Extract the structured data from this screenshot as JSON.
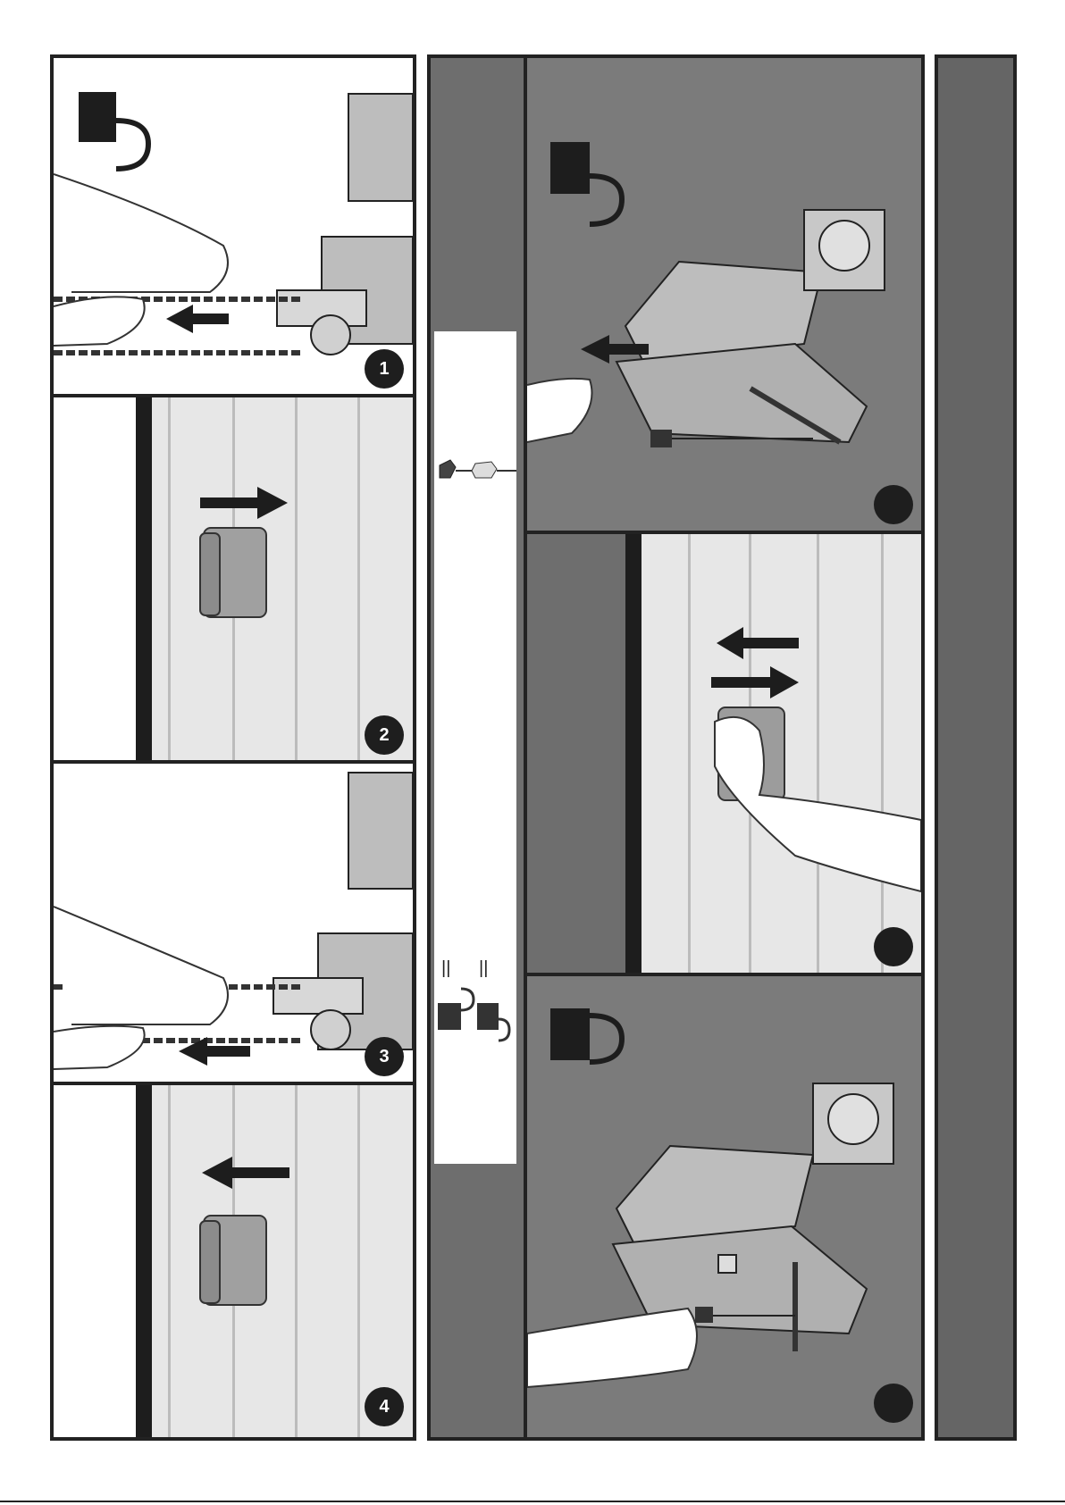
{
  "steps": {
    "left": [
      "1",
      "2",
      "3",
      "4"
    ],
    "middle": [
      "",
      "",
      ""
    ]
  },
  "legend": {
    "separator_1": "||",
    "separator_2": "||"
  },
  "icons": {
    "unlocked": "padlock-open-icon",
    "locked": "padlock-closed-icon",
    "arrow": "arrow-icon",
    "hand": "hand-icon",
    "motor": "gear-motor-icon",
    "knob": "release-knob-icon"
  },
  "colors": {
    "frame": "#222222",
    "panel_dark": "#7b7b7b",
    "panel_door": "#e7e7e7",
    "badge": "#1e1e1e",
    "side_strip": "#656565"
  }
}
